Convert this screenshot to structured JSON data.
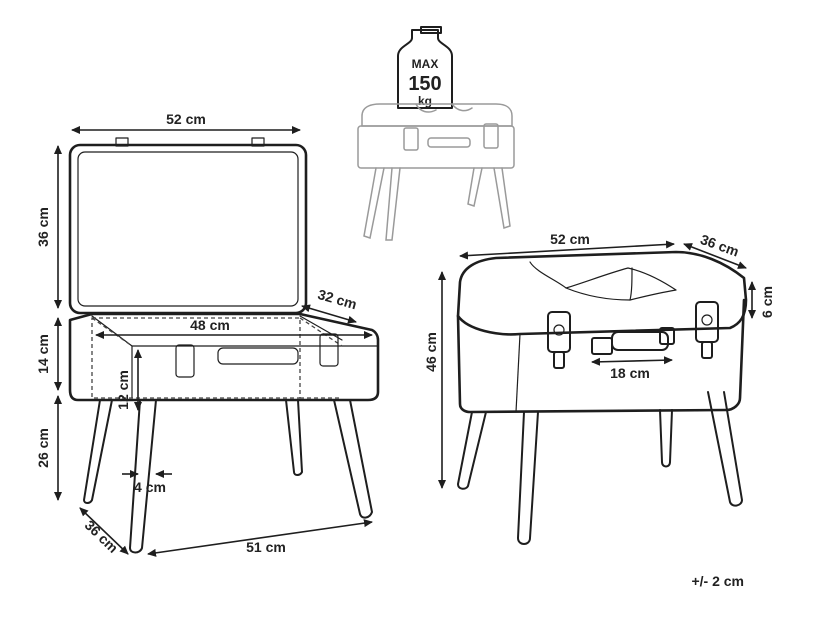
{
  "weight_badge": {
    "max": "MAX",
    "value": "150",
    "unit": "kg"
  },
  "open_view": {
    "width": "52 cm",
    "lid_height": "36 cm",
    "body_height": "14 cm",
    "leg_height": "26 cm",
    "inner_depth": "32 cm",
    "inner_width": "48 cm",
    "inner_height": "12 cm",
    "leg_thickness": "4 cm",
    "depth": "36 cm",
    "leg_span": "51 cm"
  },
  "closed_view": {
    "width": "52 cm",
    "depth": "36 cm",
    "cushion_height": "6 cm",
    "total_height": "46 cm",
    "handle_width": "18 cm"
  },
  "tolerance": "+/- 2 cm"
}
